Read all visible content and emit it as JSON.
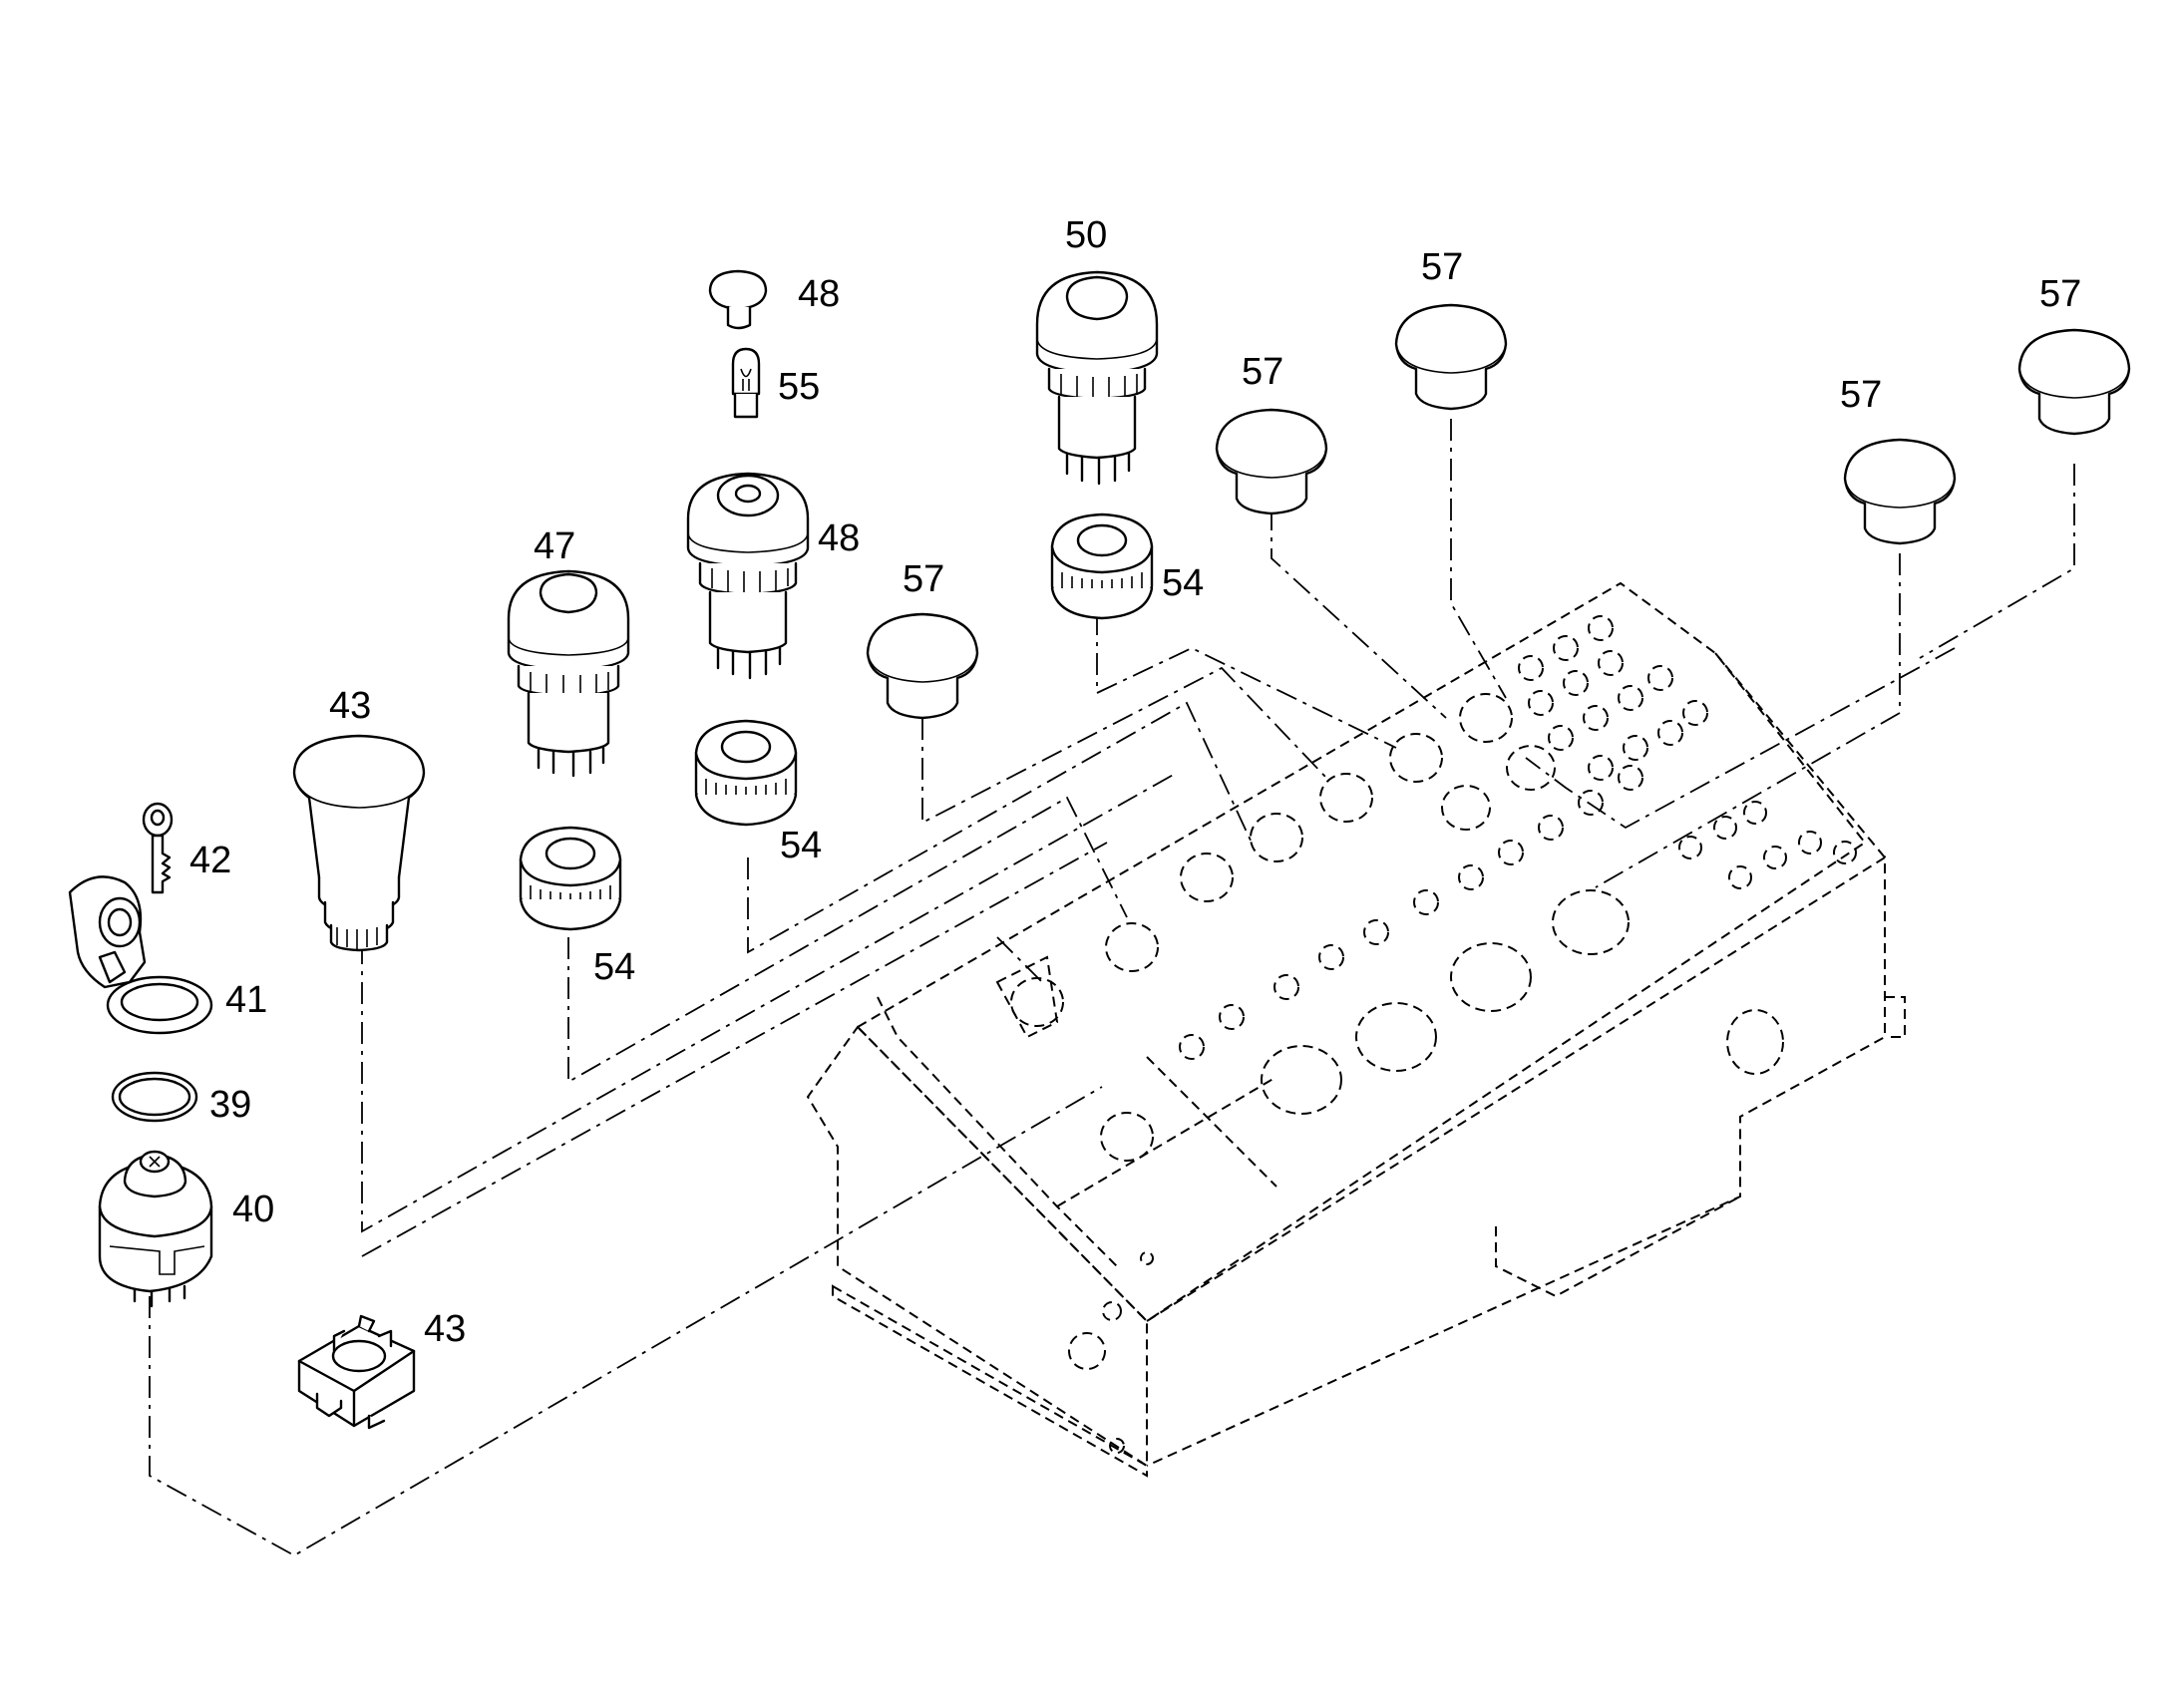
{
  "colors": {
    "line": "#000000",
    "background": "#ffffff"
  },
  "labels": {
    "p39": "39",
    "p40": "40",
    "p41": "41",
    "p42": "42",
    "p43_cap": "43",
    "p43_block": "43",
    "p47": "47",
    "p48_cap": "48",
    "p48_body": "48",
    "p50": "50",
    "p54_a": "54",
    "p54_b": "54",
    "p54_c": "54",
    "p55": "55",
    "p57_a": "57",
    "p57_b": "57",
    "p57_c": "57",
    "p57_d": "57",
    "p57_e": "57"
  }
}
